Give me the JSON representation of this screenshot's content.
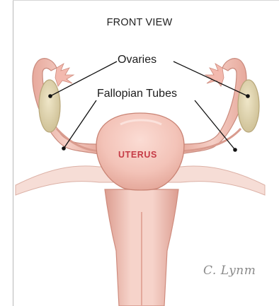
{
  "figure": {
    "title": "FRONT VIEW",
    "labels": {
      "ovaries": "Ovaries",
      "fallopian_tubes": "Fallopian Tubes",
      "uterus": "UTERUS"
    },
    "signature": "C. Lynm"
  },
  "colors": {
    "tissue_pink": "#f2c8bf",
    "tissue_shadow": "#d79a8d",
    "ovary_fill": "#e7dcb9",
    "uterus_label": "#c63b46",
    "leader_line": "#111111"
  }
}
